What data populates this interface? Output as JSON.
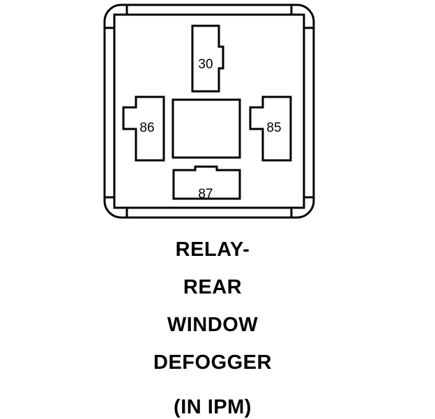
{
  "relay": {
    "pins": {
      "pin30": "30",
      "pin86": "86",
      "pin85": "85",
      "pin87": "87"
    }
  },
  "caption": {
    "line1": "RELAY-",
    "line2": "REAR",
    "line3": "WINDOW",
    "line4": "DEFOGGER",
    "line5": "(IN IPM)"
  },
  "colors": {
    "stroke": "#000000",
    "background": "#ffffff"
  }
}
